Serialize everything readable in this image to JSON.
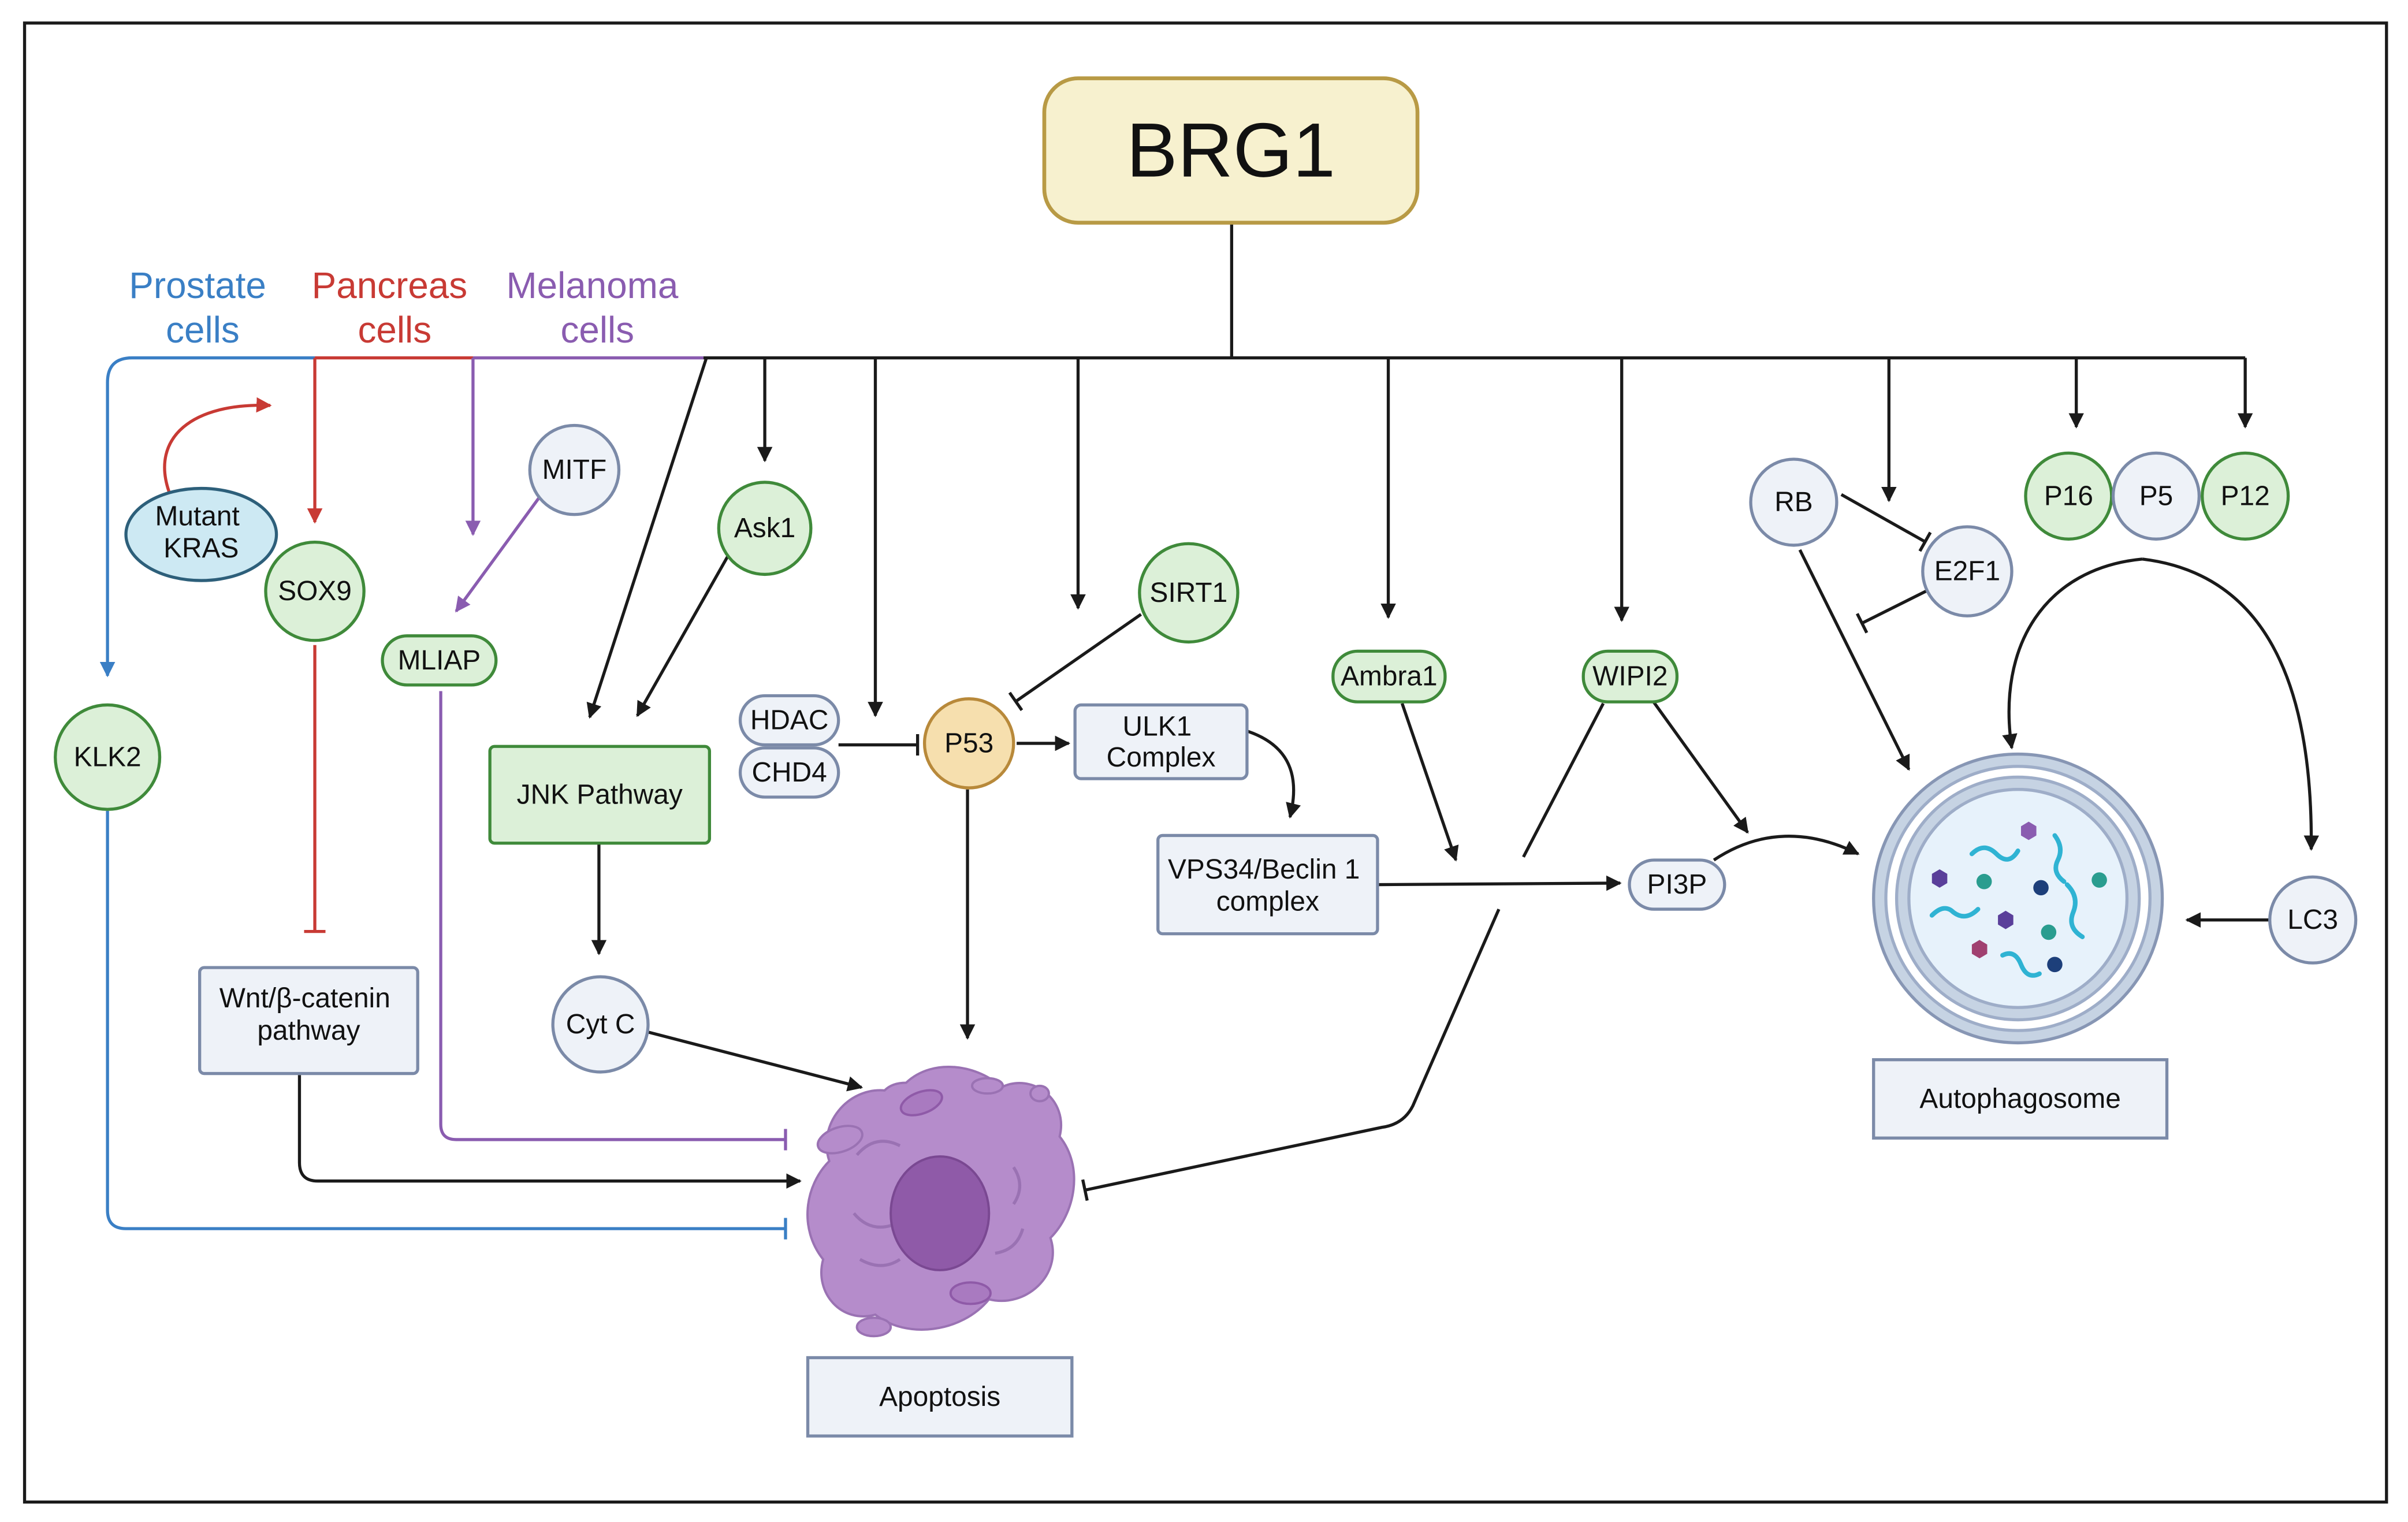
{
  "title": "BRG1",
  "cell_types": {
    "prostate": {
      "line1": "Prostate",
      "line2": "cells",
      "color": "#3a7fc5"
    },
    "pancreas": {
      "line1": "Pancreas",
      "line2": "cells",
      "color": "#c83a34"
    },
    "melanoma": {
      "line1": "Melanoma",
      "line2": "cells",
      "color": "#8a5cb0"
    }
  },
  "nodes": {
    "mutant_kras": {
      "line1": "Mutant",
      "line2": "KRAS"
    },
    "sox9": "SOX9",
    "klk2": "KLK2",
    "mitf": "MITF",
    "mliap": "MLIAP",
    "ask1": "Ask1",
    "jnk": "JNK Pathway",
    "cytc": "Cyt C",
    "hdac": "HDAC",
    "chd4": "CHD4",
    "p53": "P53",
    "sirt1": "SIRT1",
    "ulk1": {
      "line1": "ULK1",
      "line2": "Complex"
    },
    "vps34": {
      "line1": "VPS34/Beclin 1",
      "line2": "complex"
    },
    "ambra1": "Ambra1",
    "wipi2": "WIPI2",
    "pi3p": "PI3P",
    "rb": "RB",
    "e2f1": "E2F1",
    "p16": "P16",
    "p5": "P5",
    "p12": "P12",
    "lc3": "LC3",
    "wnt": {
      "line1": "Wnt/β-catenin",
      "line2": "pathway"
    },
    "apoptosis": "Apoptosis",
    "autophagosome": "Autophagosome"
  },
  "colors": {
    "title_fill": "#f7f1cf",
    "title_stroke": "#b89a45",
    "green_fill": "#dcf0d8",
    "green_stroke": "#3f8a3a",
    "gray_fill": "#eef2f8",
    "gray_stroke": "#7b8aa8",
    "p53_fill": "#f6dfae",
    "p53_stroke": "#b8893a",
    "kras_fill": "#cde9f3",
    "kras_stroke": "#2d5f7a",
    "cell_fill": "#b58ccb",
    "nucleus_fill": "#8f5aa8",
    "arrow": "#1a1a1a"
  }
}
